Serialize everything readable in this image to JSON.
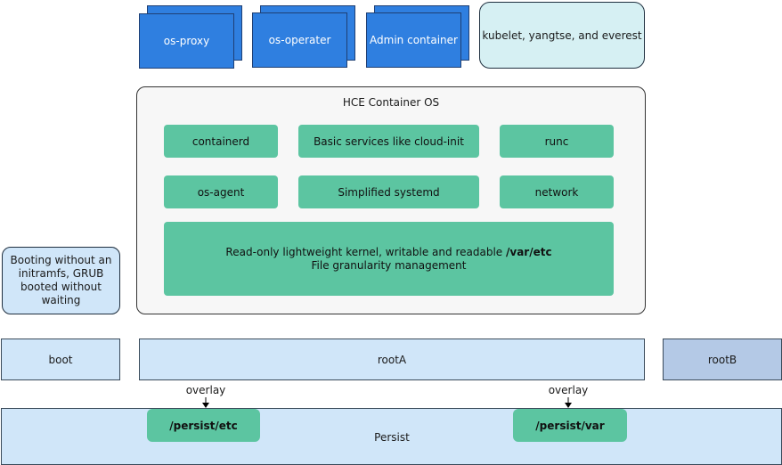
{
  "top_components": [
    {
      "label": "os-proxy"
    },
    {
      "label": "os-operater"
    },
    {
      "label": "Admin container"
    }
  ],
  "external": {
    "label": "kubelet, yangtse, and everest"
  },
  "os": {
    "title": "HCE Container OS",
    "row1": [
      "containerd",
      "Basic services like cloud-init",
      "runc"
    ],
    "row2": [
      "os-agent",
      "Simplified systemd",
      "network"
    ],
    "kernel": {
      "line1_prefix": "Read-only lightweight kernel, writable and readable ",
      "line1_bold": "/var/etc",
      "line2": "File granularity management"
    }
  },
  "boot_note": "Booting without an initramfs, GRUB booted without waiting",
  "partitions": {
    "boot": "boot",
    "rootA": "rootA",
    "rootB": "rootB"
  },
  "overlay": [
    "overlay",
    "overlay"
  ],
  "persist": {
    "label": "Persist",
    "etc": "/persist/etc",
    "var": "/persist/var"
  }
}
